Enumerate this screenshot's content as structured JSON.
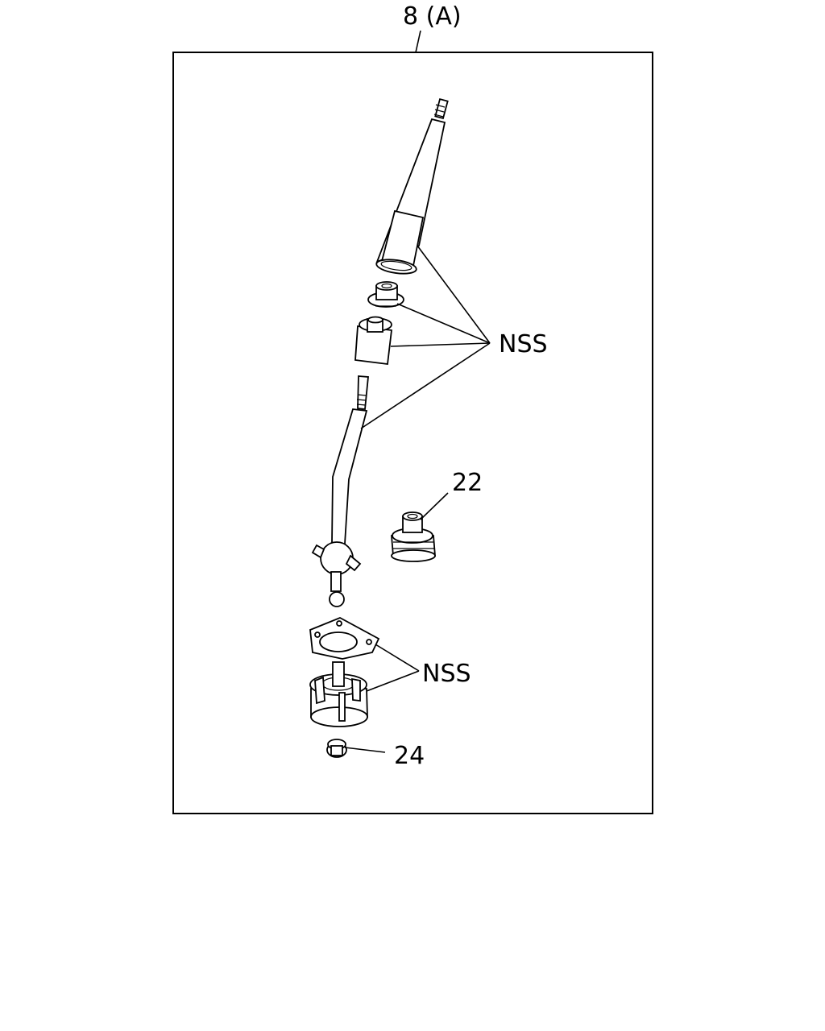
{
  "frame_label": "8 (A)",
  "callouts": {
    "nss_upper": "NSS",
    "part_22": "22",
    "nss_lower": "NSS",
    "part_24": "24"
  }
}
